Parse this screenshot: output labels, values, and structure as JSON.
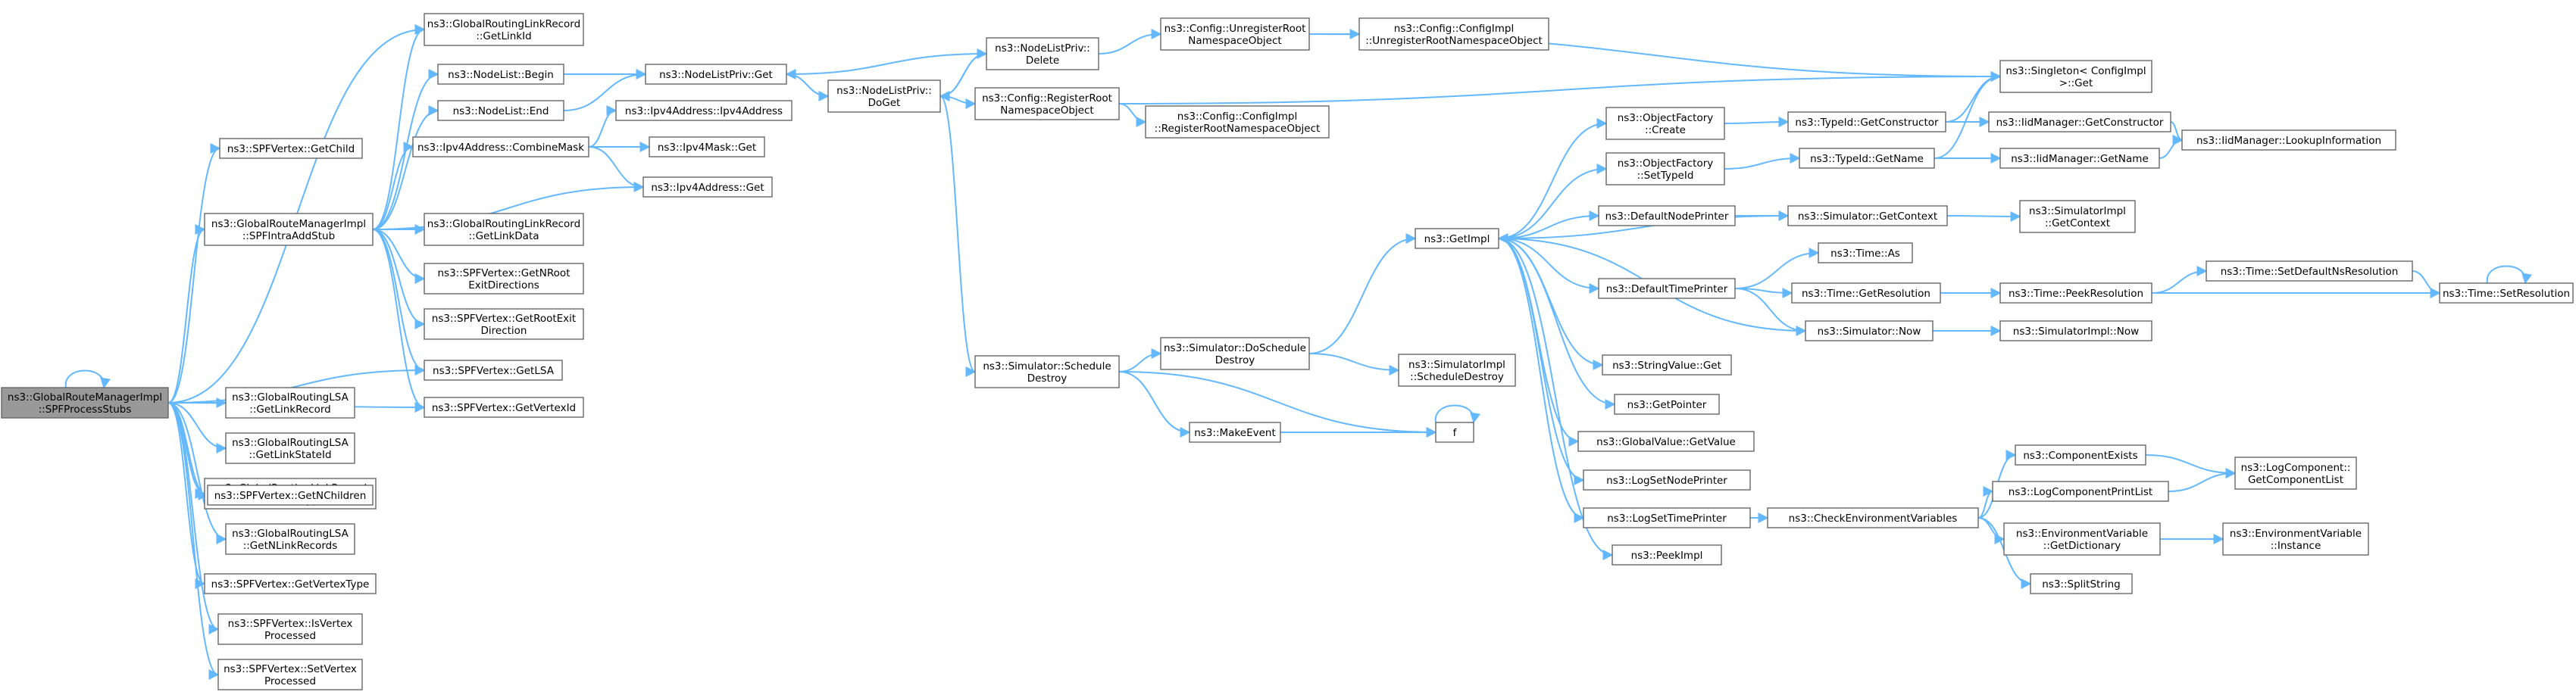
{
  "graph": {
    "root": "root",
    "nodes": [
      {
        "id": "root",
        "lines": [
          "ns3::GlobalRouteManagerImpl",
          "::SPFProcessStubs"
        ]
      },
      {
        "id": "getChild",
        "lines": [
          "ns3::SPFVertex::GetChild"
        ]
      },
      {
        "id": "spfIntraAddStub",
        "lines": [
          "ns3::GlobalRouteManagerImpl",
          "::SPFIntraAddStub"
        ]
      },
      {
        "id": "lsaGetLinkRecord",
        "lines": [
          "ns3::GlobalRoutingLSA",
          "::GetLinkRecord"
        ]
      },
      {
        "id": "lsaGetLinkStateId",
        "lines": [
          "ns3::GlobalRoutingLSA",
          "::GetLinkStateId"
        ]
      },
      {
        "id": "lrGetLinkType",
        "lines": [
          "ns3::GlobalRoutingLinkRecord",
          "::GetLinkType"
        ]
      },
      {
        "id": "getNChildren",
        "lines": [
          "ns3::SPFVertex::GetNChildren"
        ]
      },
      {
        "id": "lsaGetNLinkRecords",
        "lines": [
          "ns3::GlobalRoutingLSA",
          "::GetNLinkRecords"
        ]
      },
      {
        "id": "getVertexType",
        "lines": [
          "ns3::SPFVertex::GetVertexType"
        ]
      },
      {
        "id": "isVertexProcessed",
        "lines": [
          "ns3::SPFVertex::IsVertex",
          "Processed"
        ]
      },
      {
        "id": "setVertexProcessed",
        "lines": [
          "ns3::SPFVertex::SetVertex",
          "Processed"
        ]
      },
      {
        "id": "lrGetLinkId",
        "lines": [
          "ns3::GlobalRoutingLinkRecord",
          "::GetLinkId"
        ]
      },
      {
        "id": "nlBegin",
        "lines": [
          "ns3::NodeList::Begin"
        ]
      },
      {
        "id": "nlEnd",
        "lines": [
          "ns3::NodeList::End"
        ]
      },
      {
        "id": "combineMask",
        "lines": [
          "ns3::Ipv4Address::CombineMask"
        ]
      },
      {
        "id": "lrGetLinkData",
        "lines": [
          "ns3::GlobalRoutingLinkRecord",
          "::GetLinkData"
        ]
      },
      {
        "id": "getNRootExit",
        "lines": [
          "ns3::SPFVertex::GetNRoot",
          "ExitDirections"
        ]
      },
      {
        "id": "getRootExit",
        "lines": [
          "ns3::SPFVertex::GetRootExit",
          "Direction"
        ]
      },
      {
        "id": "getLSA",
        "lines": [
          "ns3::SPFVertex::GetLSA"
        ]
      },
      {
        "id": "getVertexId",
        "lines": [
          "ns3::SPFVertex::GetVertexId"
        ]
      },
      {
        "id": "nlpGet",
        "lines": [
          "ns3::NodeListPriv::Get"
        ]
      },
      {
        "id": "ipv4AddrCtor",
        "lines": [
          "ns3::Ipv4Address::Ipv4Address"
        ]
      },
      {
        "id": "ipv4MaskGet",
        "lines": [
          "ns3::Ipv4Mask::Get"
        ]
      },
      {
        "id": "ipv4AddrGet",
        "lines": [
          "ns3::Ipv4Address::Get"
        ]
      },
      {
        "id": "nlpDoGet",
        "lines": [
          "ns3::NodeListPriv::",
          "DoGet"
        ]
      },
      {
        "id": "nlpDelete",
        "lines": [
          "ns3::NodeListPriv::",
          "Delete"
        ]
      },
      {
        "id": "cfgRegister",
        "lines": [
          "ns3::Config::RegisterRoot",
          "NamespaceObject"
        ]
      },
      {
        "id": "cfgUnregister",
        "lines": [
          "ns3::Config::UnregisterRoot",
          "NamespaceObject"
        ]
      },
      {
        "id": "cfgImplUnregister",
        "lines": [
          "ns3::Config::ConfigImpl",
          "::UnregisterRootNamespaceObject"
        ]
      },
      {
        "id": "cfgImplRegister",
        "lines": [
          "ns3::Config::ConfigImpl",
          "::RegisterRootNamespaceObject"
        ]
      },
      {
        "id": "singletonGet",
        "lines": [
          "ns3::Singleton< ConfigImpl",
          ">::Get"
        ]
      },
      {
        "id": "simScheduleDestroy",
        "lines": [
          "ns3::Simulator::Schedule",
          "Destroy"
        ]
      },
      {
        "id": "simDoScheduleDestroy",
        "lines": [
          "ns3::Simulator::DoSchedule",
          "Destroy"
        ]
      },
      {
        "id": "makeEvent",
        "lines": [
          "ns3::MakeEvent"
        ]
      },
      {
        "id": "f",
        "lines": [
          "f"
        ]
      },
      {
        "id": "getImpl",
        "lines": [
          "ns3::GetImpl"
        ]
      },
      {
        "id": "simImplScheduleDestroy",
        "lines": [
          "ns3::SimulatorImpl",
          "::ScheduleDestroy"
        ]
      },
      {
        "id": "ofCreate",
        "lines": [
          "ns3::ObjectFactory",
          "::Create"
        ]
      },
      {
        "id": "ofSetTypeId",
        "lines": [
          "ns3::ObjectFactory",
          "::SetTypeId"
        ]
      },
      {
        "id": "defaultNodePrinter",
        "lines": [
          "ns3::DefaultNodePrinter"
        ]
      },
      {
        "id": "defaultTimePrinter",
        "lines": [
          "ns3::DefaultTimePrinter"
        ]
      },
      {
        "id": "stringValueGet",
        "lines": [
          "ns3::StringValue::Get"
        ]
      },
      {
        "id": "getPointer",
        "lines": [
          "ns3::GetPointer"
        ]
      },
      {
        "id": "globalValueGetValue",
        "lines": [
          "ns3::GlobalValue::GetValue"
        ]
      },
      {
        "id": "logSetNodePrinter",
        "lines": [
          "ns3::LogSetNodePrinter"
        ]
      },
      {
        "id": "logSetTimePrinter",
        "lines": [
          "ns3::LogSetTimePrinter"
        ]
      },
      {
        "id": "peekImpl",
        "lines": [
          "ns3::PeekImpl"
        ]
      },
      {
        "id": "typeIdGetConstructor",
        "lines": [
          "ns3::TypeId::GetConstructor"
        ]
      },
      {
        "id": "typeIdGetName",
        "lines": [
          "ns3::TypeId::GetName"
        ]
      },
      {
        "id": "simGetContext",
        "lines": [
          "ns3::Simulator::GetContext"
        ]
      },
      {
        "id": "timeAs",
        "lines": [
          "ns3::Time::As"
        ]
      },
      {
        "id": "timeGetResolution",
        "lines": [
          "ns3::Time::GetResolution"
        ]
      },
      {
        "id": "simNow",
        "lines": [
          "ns3::Simulator::Now"
        ]
      },
      {
        "id": "checkEnv",
        "lines": [
          "ns3::CheckEnvironmentVariables"
        ]
      },
      {
        "id": "iidGetConstructor",
        "lines": [
          "ns3::IidManager::GetConstructor"
        ]
      },
      {
        "id": "iidGetName",
        "lines": [
          "ns3::IidManager::GetName"
        ]
      },
      {
        "id": "iidLookup",
        "lines": [
          "ns3::IidManager::LookupInformation"
        ]
      },
      {
        "id": "simImplGetContext",
        "lines": [
          "ns3::SimulatorImpl",
          "::GetContext"
        ]
      },
      {
        "id": "timePeekResolution",
        "lines": [
          "ns3::Time::PeekResolution"
        ]
      },
      {
        "id": "simImplNow",
        "lines": [
          "ns3::SimulatorImpl::Now"
        ]
      },
      {
        "id": "timeSetDefaultNsRes",
        "lines": [
          "ns3::Time::SetDefaultNsResolution"
        ]
      },
      {
        "id": "timeSetResolution",
        "lines": [
          "ns3::Time::SetResolution"
        ]
      },
      {
        "id": "componentExists",
        "lines": [
          "ns3::ComponentExists"
        ]
      },
      {
        "id": "logComponentPrintList",
        "lines": [
          "ns3::LogComponentPrintList"
        ]
      },
      {
        "id": "envGetDictionary",
        "lines": [
          "ns3::EnvironmentVariable",
          "::GetDictionary"
        ]
      },
      {
        "id": "splitString",
        "lines": [
          "ns3::SplitString"
        ]
      },
      {
        "id": "logCompGetList",
        "lines": [
          "ns3::LogComponent::",
          "GetComponentList"
        ]
      },
      {
        "id": "envInstance",
        "lines": [
          "ns3::EnvironmentVariable",
          "::Instance"
        ]
      }
    ],
    "edges": [
      [
        "root",
        "root"
      ],
      [
        "root",
        "getChild"
      ],
      [
        "root",
        "spfIntraAddStub"
      ],
      [
        "root",
        "lsaGetLinkRecord"
      ],
      [
        "root",
        "lsaGetLinkStateId"
      ],
      [
        "root",
        "lrGetLinkType"
      ],
      [
        "root",
        "getNChildren"
      ],
      [
        "root",
        "lsaGetNLinkRecords"
      ],
      [
        "root",
        "getVertexType"
      ],
      [
        "root",
        "isVertexProcessed"
      ],
      [
        "root",
        "setVertexProcessed"
      ],
      [
        "root",
        "lrGetLinkId"
      ],
      [
        "root",
        "getLSA"
      ],
      [
        "root",
        "getVertexId"
      ],
      [
        "spfIntraAddStub",
        "lrGetLinkId"
      ],
      [
        "spfIntraAddStub",
        "nlBegin"
      ],
      [
        "spfIntraAddStub",
        "nlEnd"
      ],
      [
        "spfIntraAddStub",
        "combineMask"
      ],
      [
        "spfIntraAddStub",
        "lrGetLinkData"
      ],
      [
        "spfIntraAddStub",
        "getNRootExit"
      ],
      [
        "spfIntraAddStub",
        "getRootExit"
      ],
      [
        "spfIntraAddStub",
        "getLSA"
      ],
      [
        "spfIntraAddStub",
        "getVertexId"
      ],
      [
        "spfIntraAddStub",
        "ipv4AddrGet"
      ],
      [
        "nlBegin",
        "nlpGet"
      ],
      [
        "nlEnd",
        "nlpGet"
      ],
      [
        "combineMask",
        "ipv4AddrCtor"
      ],
      [
        "combineMask",
        "ipv4MaskGet"
      ],
      [
        "combineMask",
        "ipv4AddrGet"
      ],
      [
        "nlpGet",
        "nlpDoGet"
      ],
      [
        "nlpDoGet",
        "nlpDelete"
      ],
      [
        "nlpDoGet",
        "cfgRegister"
      ],
      [
        "nlpDoGet",
        "simScheduleDestroy"
      ],
      [
        "nlpDelete",
        "nlpGet"
      ],
      [
        "nlpDelete",
        "nlpDoGet"
      ],
      [
        "nlpDelete",
        "cfgUnregister"
      ],
      [
        "cfgUnregister",
        "cfgImplUnregister"
      ],
      [
        "cfgUnregister",
        "singletonGet"
      ],
      [
        "cfgRegister",
        "cfgImplRegister"
      ],
      [
        "cfgRegister",
        "singletonGet"
      ],
      [
        "simScheduleDestroy",
        "simDoScheduleDestroy"
      ],
      [
        "simScheduleDestroy",
        "makeEvent"
      ],
      [
        "simScheduleDestroy",
        "f"
      ],
      [
        "simDoScheduleDestroy",
        "getImpl"
      ],
      [
        "simDoScheduleDestroy",
        "simImplScheduleDestroy"
      ],
      [
        "makeEvent",
        "f"
      ],
      [
        "f",
        "f"
      ],
      [
        "getImpl",
        "ofCreate"
      ],
      [
        "getImpl",
        "ofSetTypeId"
      ],
      [
        "getImpl",
        "defaultNodePrinter"
      ],
      [
        "getImpl",
        "defaultTimePrinter"
      ],
      [
        "getImpl",
        "stringValueGet"
      ],
      [
        "getImpl",
        "getPointer"
      ],
      [
        "getImpl",
        "globalValueGetValue"
      ],
      [
        "getImpl",
        "logSetNodePrinter"
      ],
      [
        "getImpl",
        "logSetTimePrinter"
      ],
      [
        "getImpl",
        "peekImpl"
      ],
      [
        "simGetContext",
        "getImpl"
      ],
      [
        "simNow",
        "getImpl"
      ],
      [
        "ofCreate",
        "typeIdGetConstructor"
      ],
      [
        "ofSetTypeId",
        "typeIdGetName"
      ],
      [
        "defaultNodePrinter",
        "simGetContext"
      ],
      [
        "defaultTimePrinter",
        "timeAs"
      ],
      [
        "defaultTimePrinter",
        "timeGetResolution"
      ],
      [
        "defaultTimePrinter",
        "simNow"
      ],
      [
        "logSetTimePrinter",
        "checkEnv"
      ],
      [
        "typeIdGetConstructor",
        "singletonGet"
      ],
      [
        "typeIdGetConstructor",
        "iidGetConstructor"
      ],
      [
        "typeIdGetName",
        "singletonGet"
      ],
      [
        "typeIdGetName",
        "iidGetName"
      ],
      [
        "iidGetConstructor",
        "iidLookup"
      ],
      [
        "iidGetName",
        "iidLookup"
      ],
      [
        "simGetContext",
        "simImplGetContext"
      ],
      [
        "timeGetResolution",
        "timePeekResolution"
      ],
      [
        "simNow",
        "simImplNow"
      ],
      [
        "timePeekResolution",
        "timeSetDefaultNsRes"
      ],
      [
        "timePeekResolution",
        "timeSetResolution"
      ],
      [
        "timeSetDefaultNsRes",
        "timeSetResolution"
      ],
      [
        "timeSetResolution",
        "timeSetResolution"
      ],
      [
        "checkEnv",
        "componentExists"
      ],
      [
        "checkEnv",
        "logComponentPrintList"
      ],
      [
        "checkEnv",
        "envGetDictionary"
      ],
      [
        "checkEnv",
        "splitString"
      ],
      [
        "componentExists",
        "logCompGetList"
      ],
      [
        "logComponentPrintList",
        "logCompGetList"
      ],
      [
        "envGetDictionary",
        "envInstance"
      ]
    ],
    "colors": {
      "edge": "#63b8ff",
      "node_border": "#666666",
      "root_fill": "#999999",
      "node_fill": "#ffffff"
    }
  }
}
